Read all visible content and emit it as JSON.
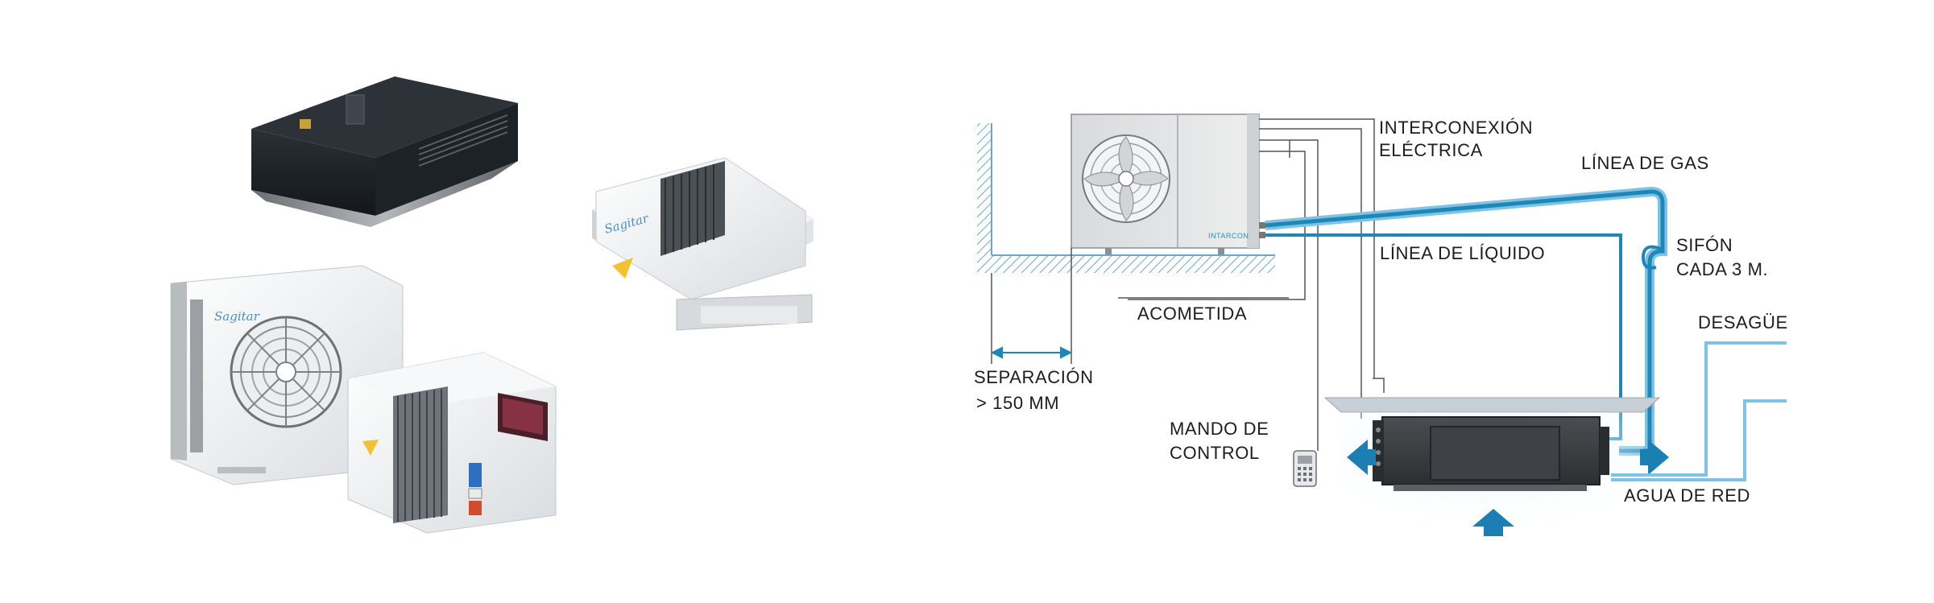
{
  "brand": "INTARCON",
  "product_script": "Sagitar",
  "labels": {
    "interconnection_line1": "INTERCONEXIÓN",
    "interconnection_line2": "ELÉCTRICA",
    "gas_line": "LÍNEA DE GAS",
    "liquid_line": "LÍNEA DE LÍQUIDO",
    "siphon_line1": "SIFÓN",
    "siphon_line2": "CADA 3 M.",
    "drain": "DESAGÜE",
    "power_supply": "ACOMETIDA",
    "separation_line1": "SEPARACIÓN",
    "separation_line2": "> 150 MM",
    "control_line1": "MANDO DE",
    "control_line2": "CONTROL",
    "mains_water": "AGUA DE RED"
  },
  "colors": {
    "refrigerant_line": "#1f86b8",
    "water_line": "#7cc3e6",
    "airflow_arrow": "#1c7fb3",
    "hatch": "#6aa7c9",
    "cable": "#555555"
  },
  "icons": [
    "fan-icon",
    "remote-control-icon",
    "airflow-arrow-icon"
  ]
}
